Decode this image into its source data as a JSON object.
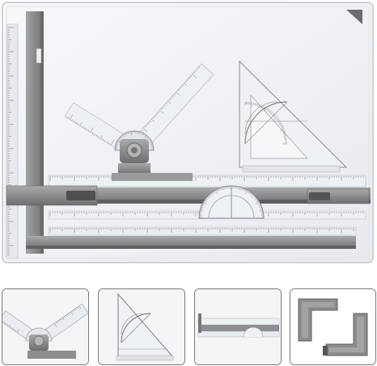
{
  "scene": {
    "subject": "drawing-board-set",
    "colors": {
      "board": "#f1f2f6",
      "board_edge": "#d6d8de",
      "frame_gray": "#8e8e90",
      "dark_gray": "#6b6b6d",
      "ruler_clear": "#e9edf1",
      "tick": "#555a60",
      "thumb_border": "#7a7a7a"
    },
    "thumbnails": [
      {
        "name": "rotating-arm-closeup"
      },
      {
        "name": "triangle-protractor-closeup"
      },
      {
        "name": "parallel-ruler-closeup"
      },
      {
        "name": "corner-bracket-closeup"
      }
    ]
  }
}
